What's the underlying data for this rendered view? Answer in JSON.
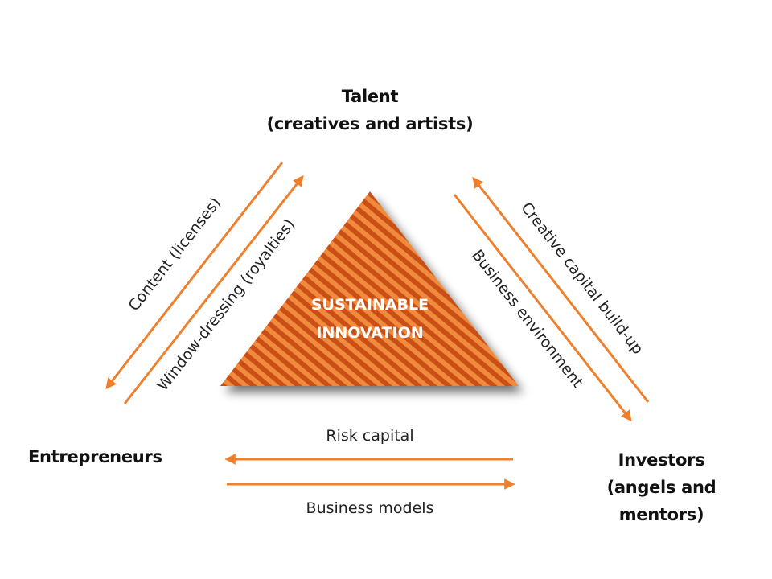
{
  "nodes": {
    "talent": {
      "line1": "Talent",
      "line2": "(creatives and artists)"
    },
    "entrepreneurs": {
      "line1": "Entrepreneurs"
    },
    "investors": {
      "line1": "Investors",
      "line2": "(angels and mentors)"
    }
  },
  "center": {
    "line1": "SUSTAINABLE",
    "line2": "INNOVATION"
  },
  "edges": {
    "content": "Content (licenses)",
    "window_dressing": "Window-dressing (royalties)",
    "business_environment": "Business environment",
    "creative_capital": "Creative capital build-up",
    "risk_capital": "Risk capital",
    "business_models": "Business models"
  },
  "colors": {
    "accent": "#f07f2c",
    "triangle_dark": "#c94f15",
    "triangle_light": "#f08a3c"
  }
}
